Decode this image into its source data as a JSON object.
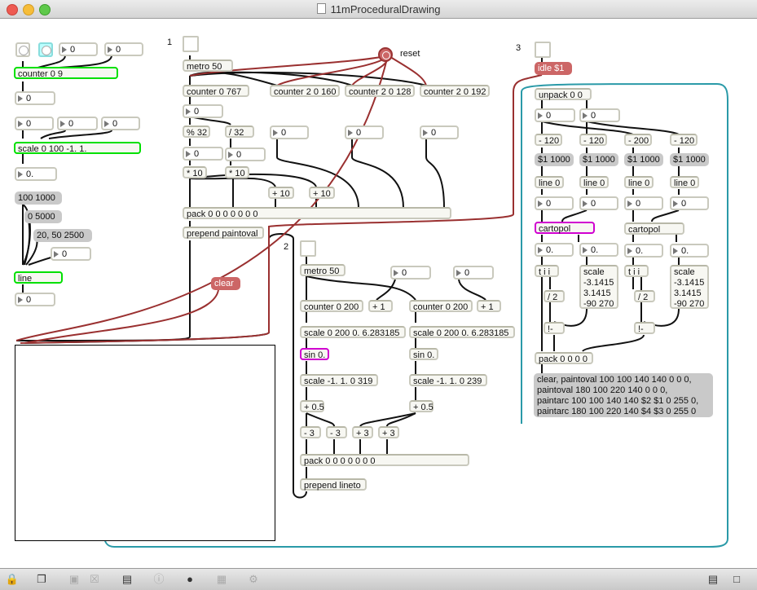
{
  "window": {
    "title": "11mProceduralDrawing"
  },
  "sections": {
    "s1": "1",
    "s2": "2",
    "s3": "3"
  },
  "labels": {
    "reset": "reset"
  },
  "left": {
    "num_a": "0",
    "num_b": "0",
    "counter09": "counter 0 9",
    "num_counter": "0",
    "num_s1": "0",
    "num_s2": "0",
    "num_s3": "0",
    "scale": "scale 0 100 -1. 1.",
    "num_scale": "0.",
    "msg1": "100 1000",
    "msg2": "0 5000",
    "msg3": "20, 50 2500",
    "num_line_in": "0",
    "line": "line",
    "num_line": "0"
  },
  "sec1": {
    "metro": "metro 50",
    "counter767": "counter 0 767",
    "c160": "counter 2 0 160",
    "c128": "counter 2 0 128",
    "c192": "counter 2 0 192",
    "num_c767": "0",
    "mod32": "% 32",
    "div32": "/ 32",
    "num_mod": "0",
    "num_div": "0",
    "mul10a": "* 10",
    "mul10b": "* 10",
    "plus10a": "+ 10",
    "plus10b": "+ 10",
    "num_160": "0",
    "num_128": "0",
    "num_192": "0",
    "pack": "pack 0 0 0 0 0 0 0",
    "prepend": "prepend paintoval",
    "clear": "clear"
  },
  "sec2": {
    "metro": "metro 50",
    "num_a": "0",
    "num_b": "0",
    "counter1": "counter 0 200",
    "plus1a": "+ 1",
    "counter2": "counter 0 200",
    "plus1b": "+ 1",
    "scale1": "scale 0 200 0. 6.283185",
    "scale2": "scale 0 200 0. 6.283185",
    "sin": "sin 0.",
    "cos": "sin 0.",
    "scaleA": "scale -1. 1. 0 319",
    "scaleB": "scale -1. 1. 0 239",
    "plus05a": "+ 0.5",
    "plus05b": "+ 0.5",
    "m3a": "- 3",
    "m3b": "- 3",
    "p3a": "+ 3",
    "p3b": "+ 3",
    "pack": "pack 0 0 0 0 0 0 0",
    "prepend": "prepend lineto"
  },
  "sec3": {
    "idle": "idle $1",
    "unpack": "unpack 0 0",
    "num_u1": "0",
    "num_u2": "0",
    "sub1": "- 120",
    "sub2": "- 120",
    "sub3": "- 200",
    "sub4": "- 120",
    "msg1": "$1 1000",
    "msg2": "$1 1000",
    "msg3": "$1 1000",
    "msg4": "$1 1000",
    "line1": "line 0",
    "line2": "line 0",
    "line3": "line 0",
    "line4": "line 0",
    "num_l1": "0",
    "num_l2": "0",
    "num_l3": "0",
    "num_l4": "0",
    "cartopol1": "cartopol",
    "cartopol2": "cartopol",
    "num_c1": "0.",
    "num_c2": "0.",
    "num_c3": "0.",
    "num_c4": "0.",
    "tii1": "t i i",
    "tii2": "t i i",
    "scale1": "scale\n-3.1415\n3.1415\n-90 270",
    "scale2": "scale\n-3.1415\n3.1415\n-90 270",
    "div2a": "/ 2",
    "div2b": "/ 2",
    "bang_a": "!-",
    "bang_b": "!-",
    "pack": "pack 0 0 0 0",
    "paint_msg": "clear, paintoval 100 100 140 140 0 0 0,\npaintoval 180 100 220 140 0 0 0,\npaintarc 100 100 140 140 $2 $1 0 255 0,\npaintarc 180 100 220 140 $4 $3 0 255 0"
  },
  "colors": {
    "select_green": "#00e000",
    "select_magenta": "#d000d0",
    "wire_red": "#9a3030",
    "wire_teal": "#2a9aa8"
  },
  "toolbar": [
    "lock-icon",
    "copy-icon",
    "patcher-icon",
    "close-icon",
    "presentation-icon",
    "info-icon",
    "object-icon",
    "grid-icon",
    "gear-icon",
    "layout-icon",
    "panel-icon"
  ]
}
